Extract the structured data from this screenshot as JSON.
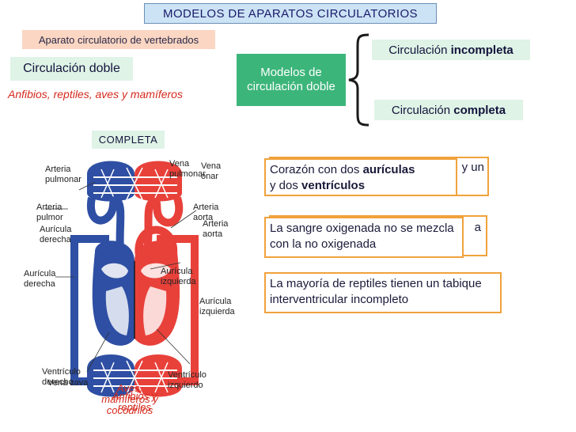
{
  "header": {
    "title": "MODELOS DE APARATOS CIRCULATORIOS",
    "subtitle": "Aparato circulatorio de vertebrados"
  },
  "left": {
    "circulacion_doble": "Circulación doble",
    "groups": "Anfibios, reptiles, aves y mamíferos",
    "completa": "COMPLETA"
  },
  "models": {
    "center": "Modelos de circulación doble",
    "incompleta_prefix": "Circulación ",
    "incompleta_bold": "incompleta",
    "completa_prefix": "Circulación ",
    "completa_bold": "completa"
  },
  "info": {
    "corazon_pre": "Corazón con dos ",
    "corazon_bold1": "aurículas",
    "corazon_mid": "y dos ",
    "corazon_bold2": "ventrículos",
    "behind1": "y un",
    "mezcla": "La sangre oxigenada no se mezcla con la no oxigenada",
    "behind2": "a",
    "reptiles": "La mayoría de reptiles tienen un tabique interventricular incompleto"
  },
  "diagram_labels": {
    "arteria_pulmonar_1": "Arteria pulmonar",
    "arteria_pulmonar_2": "Arteria pulmor",
    "auricula_derecha_1": "Aurícula derecha",
    "auricula_derecha_2": "Aurícula derecha",
    "vena_pulmonar_1": "Vena pulmonar",
    "vena_pulmonar_2": "Vena onar",
    "arteria_aorta_1": "Arteria aorta",
    "arteria_aorta_2": "Arteria aorta",
    "auricula_izquierda_1": "Aurícula izquierda",
    "auricula_izquierda_2": "Aurícula izquierda",
    "ventriculo_derecho": "Ventrículo derecho",
    "vena_cava": "Vena cava",
    "ventriculo_izquierdo": "Ventrículo izquierdo",
    "aves_mamiferos": "Aves, mamíferos y cocodrilos",
    "anfibios_reptiles": "Anfibios y reptiles"
  },
  "colors": {
    "oxygenated": "#e8413a",
    "deoxygenated": "#2e4fa3",
    "accent_orange": "#f0a23b",
    "modelos_green": "#3cb57a"
  }
}
